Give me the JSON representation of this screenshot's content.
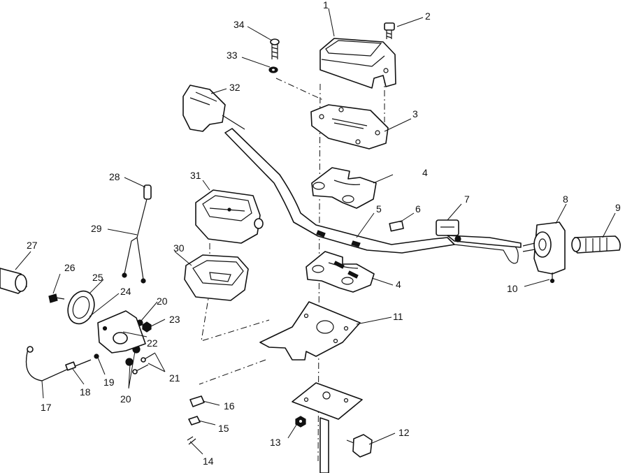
{
  "callouts": [
    "1",
    "2",
    "3",
    "4",
    "5",
    "6",
    "7",
    "8",
    "9",
    "10",
    "11",
    "12",
    "13",
    "14",
    "15",
    "16",
    "17",
    "18",
    "19",
    "20",
    "21",
    "22",
    "23",
    "24",
    "25",
    "26",
    "27",
    "28",
    "29",
    "30",
    "31",
    "32",
    "33",
    "34",
    "4",
    "20"
  ]
}
